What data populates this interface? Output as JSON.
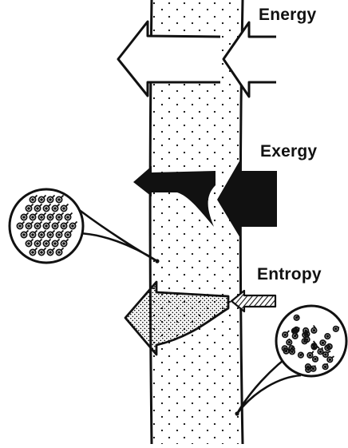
{
  "labels": {
    "energy": "Energy",
    "exergy": "Exergy",
    "entropy": "Entropy"
  },
  "colors": {
    "ink": "#111111",
    "paper": "#ffffff"
  },
  "icons": {
    "energy_flow": "hollow-arrow-left",
    "exergy_flow": "solid-black-arrow-left",
    "entropy_flow": "stippled-arrow-left",
    "inset_left": "magnified-particles-ordered",
    "inset_right": "magnified-particles-disordered"
  }
}
